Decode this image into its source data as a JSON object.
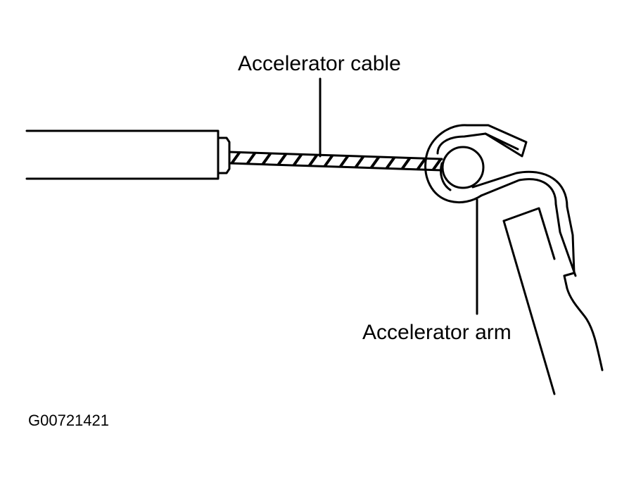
{
  "labels": {
    "cable": "Accelerator cable",
    "arm": "Accelerator arm",
    "figure_id": "G00721421"
  },
  "colors": {
    "ink": "#000000",
    "paper": "#ffffff"
  }
}
